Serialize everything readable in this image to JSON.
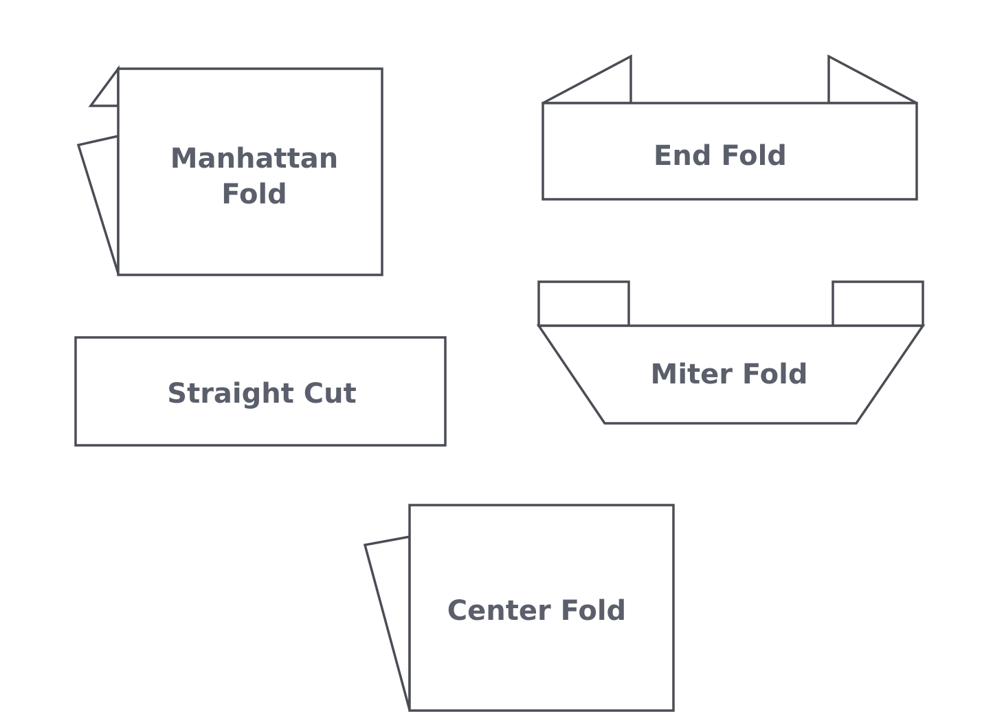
{
  "colors": {
    "stroke": "#4a4d55",
    "text": "#5a5f6b",
    "background": "#ffffff"
  },
  "labels": {
    "manhattan_line1": "Manhattan",
    "manhattan_line2": "Fold",
    "end_fold": "End Fold",
    "straight_cut": "Straight Cut",
    "miter_fold": "Miter Fold",
    "center_fold": "Center Fold"
  }
}
